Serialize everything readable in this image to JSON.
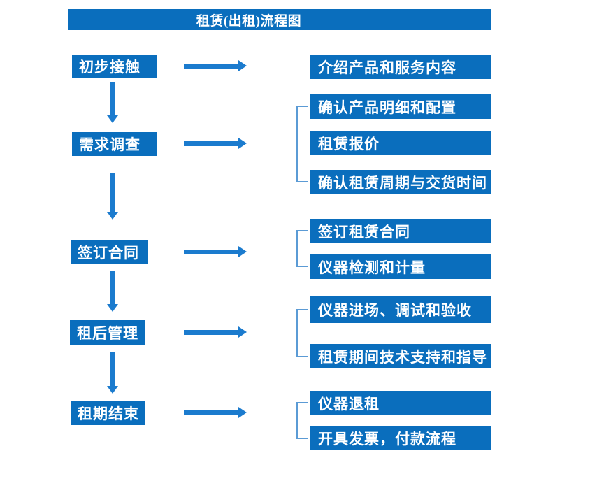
{
  "title": "租赁(出租)流程图",
  "colors": {
    "primary": "#0a6ebd",
    "arrow": "#1b7bce",
    "bracket": "#5b9bd5",
    "text": "#ffffff",
    "background": "#ffffff"
  },
  "steps": [
    {
      "label": "初步接触",
      "details": [
        "介绍产品和服务内容"
      ]
    },
    {
      "label": "需求调查",
      "details": [
        "确认产品明细和配置",
        "租赁报价",
        "确认租赁周期与交货时间"
      ]
    },
    {
      "label": "签订合同",
      "details": [
        "签订租赁合同",
        "仪器检测和计量"
      ]
    },
    {
      "label": "租后管理",
      "details": [
        "仪器进场、调试和验收",
        "租赁期间技术支持和指导"
      ]
    },
    {
      "label": "租期结束",
      "details": [
        "仪器退租",
        "开具发票，付款流程"
      ]
    }
  ]
}
